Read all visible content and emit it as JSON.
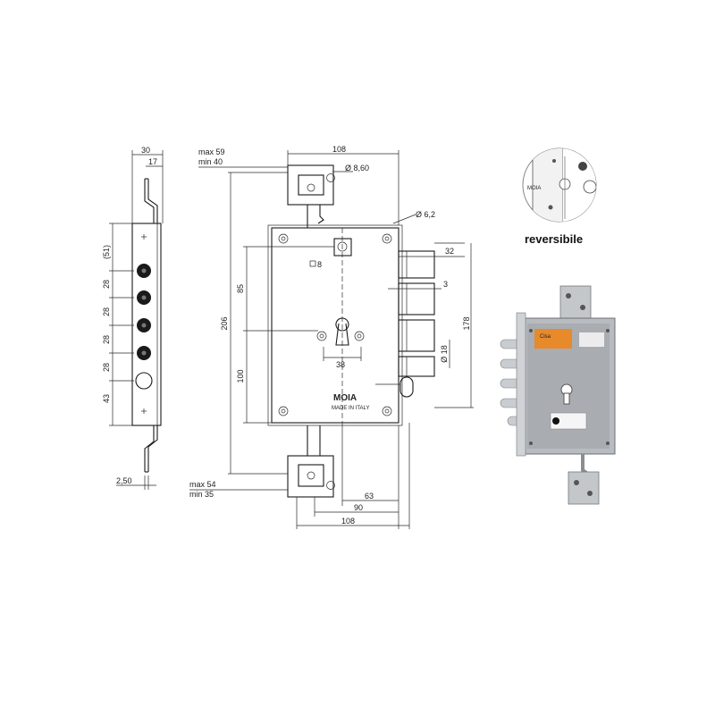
{
  "side_view": {
    "dims": {
      "width_top": "30",
      "offset_top": "17",
      "pitch_first": "(51)",
      "pitch_1": "28",
      "pitch_2": "28",
      "pitch_3": "28",
      "pitch_4": "28",
      "pitch_last": "43",
      "thickness": "2,50"
    }
  },
  "front_view": {
    "dims": {
      "top_max": "max 59",
      "top_min": "min 40",
      "width_top": "108",
      "hole_top": "Ø 8,60",
      "hole_case": "Ø 6,2",
      "bolt_projection": "32",
      "bolt_gap": "3",
      "height_total": "206",
      "upper_to_center": "85",
      "lower_to_center": "100",
      "bolt_span": "178",
      "bolt_dia": "Ø 18",
      "spindle": "8",
      "cylinder_spacing": "38",
      "bottom_max": "max 54",
      "bottom_min": "min 35",
      "backset": "63",
      "width_90": "90",
      "width_bottom": "108"
    },
    "brand": "MOIA",
    "made_in": "MADE IN ITALY"
  },
  "detail": {
    "label": "reversibile",
    "detail_brand": "MOIA"
  },
  "photo": {
    "label_brand": "Cisa"
  },
  "colors": {
    "line": "#1a1a1a",
    "steel": "#b8bcc0",
    "steel_dark": "#8a8e93",
    "label_orange": "#e8892a"
  }
}
